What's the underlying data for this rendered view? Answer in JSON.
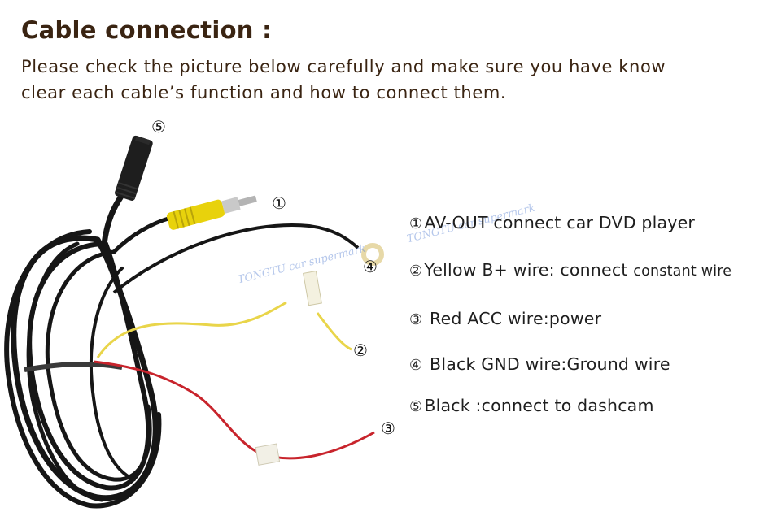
{
  "header": {
    "title": "Cable connection :",
    "intro_line1": "Please check the picture below carefully and make sure you have know",
    "intro_line2": "clear each cable’s function and how to connect them."
  },
  "markers": {
    "m1": "①",
    "m2": "②",
    "m3": "③",
    "m4": "④",
    "m5": "⑤"
  },
  "legend": [
    {
      "num": "①",
      "text": "AV-OUT connect car DVD player",
      "small": ""
    },
    {
      "num": "②",
      "text": "Yellow B+ wire: connect ",
      "small": "constant wire"
    },
    {
      "num": "③",
      "text": " Red ACC wire:power",
      "small": ""
    },
    {
      "num": "④",
      "text": " Black GND wire:Ground wire",
      "small": ""
    },
    {
      "num": "⑤",
      "text": "Black :connect to dashcam",
      "small": ""
    }
  ],
  "colors": {
    "text_brown": "#3a2412",
    "cable_black": "#161616",
    "wire_yellow": "#e9d54a",
    "wire_red": "#c8242c",
    "rca_yellow": "#e8d20c"
  }
}
